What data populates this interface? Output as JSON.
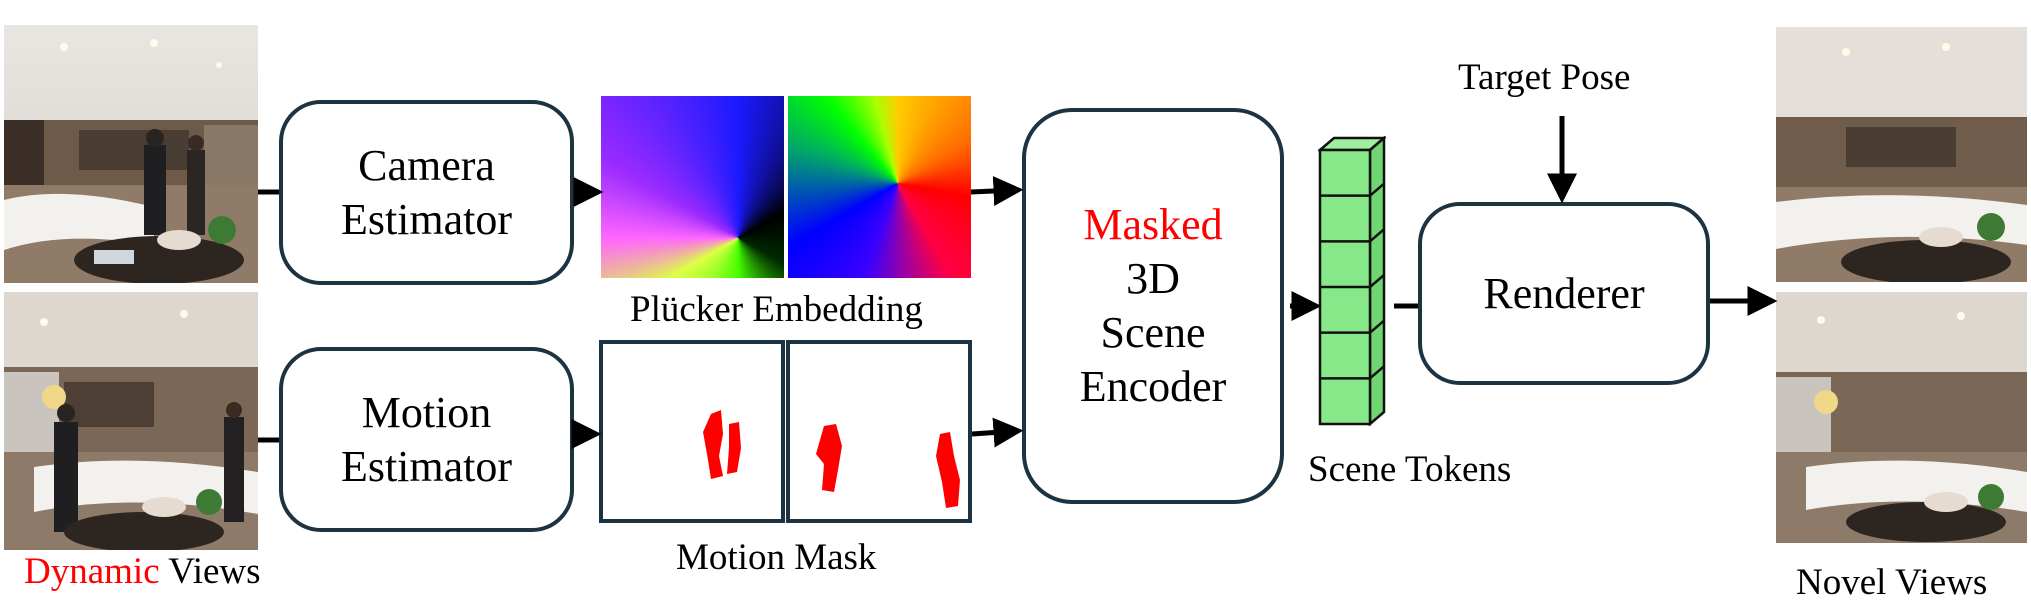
{
  "boxes": {
    "camera": {
      "line1": "Camera",
      "line2": "Estimator"
    },
    "motion": {
      "line1": "Motion",
      "line2": "Estimator"
    },
    "encoder": {
      "line1": "Masked",
      "line2": "3D",
      "line3": "Scene",
      "line4": "Encoder"
    },
    "renderer": {
      "label": "Renderer"
    }
  },
  "labels": {
    "dynamic_word": "Dynamic",
    "views_word": "Views",
    "plucker": "Plücker Embedding",
    "motion_mask": "Motion Mask",
    "scene_tokens": "Scene Tokens",
    "target_pose": "Target Pose",
    "novel_views": "Novel Views"
  },
  "colors": {
    "box_border": "#1d3341",
    "accent_red": "#ff0000",
    "token_fill": "#86e888",
    "mask_fill": "#ff0000"
  },
  "scene_token_count": 6
}
